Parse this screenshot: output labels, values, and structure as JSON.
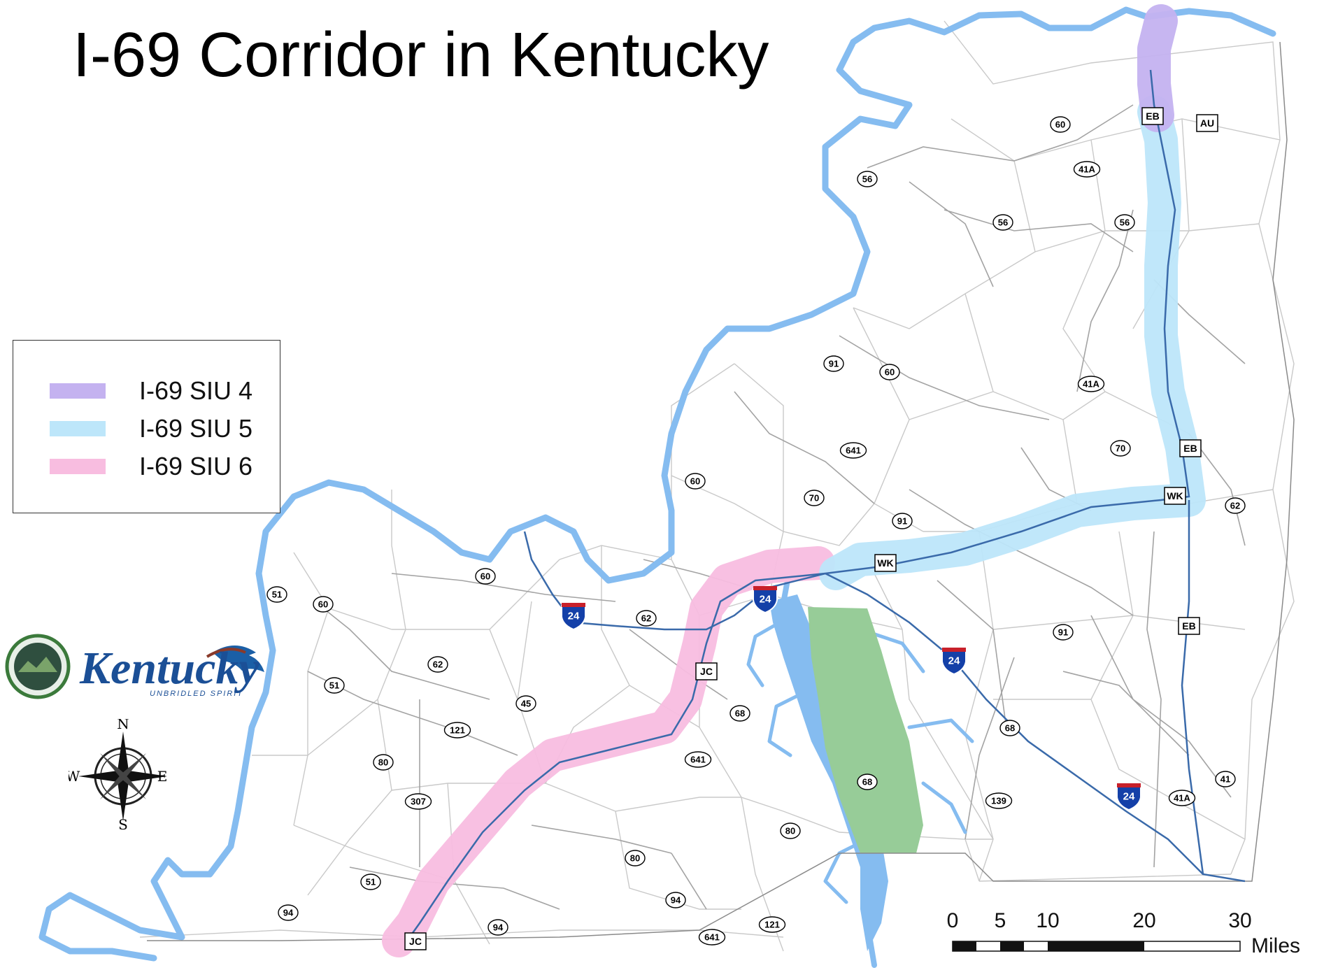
{
  "title": "I-69 Corridor in Kentucky",
  "legend": {
    "items": [
      {
        "label": "I-69 SIU 4",
        "color": "#c4b2f0"
      },
      {
        "label": "I-69 SIU 5",
        "color": "#bde6fa"
      },
      {
        "label": "I-69 SIU 6",
        "color": "#f8bde0"
      }
    ]
  },
  "logo": {
    "wordmark": "Kentucky",
    "tagline": "UNBRIDLED SPIRIT"
  },
  "compass": {
    "n": "N",
    "s": "S",
    "e": "E",
    "w": "W"
  },
  "scale": {
    "ticks": [
      "0",
      "5",
      "10",
      "20",
      "30"
    ],
    "unit": "Miles"
  },
  "colors": {
    "river": "#85bcf0",
    "lake_land": "#97cc98",
    "highway": "#3a6aaa",
    "road": "#9a9a9a"
  },
  "route_labels": [
    {
      "text": "60"
    },
    {
      "text": "41A"
    },
    {
      "text": "56"
    },
    {
      "text": "56"
    },
    {
      "text": "56"
    },
    {
      "text": "91"
    },
    {
      "text": "60"
    },
    {
      "text": "41A"
    },
    {
      "text": "641"
    },
    {
      "text": "70"
    },
    {
      "text": "60"
    },
    {
      "text": "70"
    },
    {
      "text": "91"
    },
    {
      "text": "62"
    },
    {
      "text": "60"
    },
    {
      "text": "51"
    },
    {
      "text": "60"
    },
    {
      "text": "62"
    },
    {
      "text": "91"
    },
    {
      "text": "62"
    },
    {
      "text": "51"
    },
    {
      "text": "45"
    },
    {
      "text": "68"
    },
    {
      "text": "121"
    },
    {
      "text": "641"
    },
    {
      "text": "68"
    },
    {
      "text": "80"
    },
    {
      "text": "307"
    },
    {
      "text": "68"
    },
    {
      "text": "139"
    },
    {
      "text": "41"
    },
    {
      "text": "41A"
    },
    {
      "text": "80"
    },
    {
      "text": "80"
    },
    {
      "text": "51"
    },
    {
      "text": "94"
    },
    {
      "text": "94"
    },
    {
      "text": "94"
    },
    {
      "text": "121"
    },
    {
      "text": "641"
    }
  ],
  "parkway_labels": [
    {
      "text": "EB"
    },
    {
      "text": "AU"
    },
    {
      "text": "EB"
    },
    {
      "text": "WK"
    },
    {
      "text": "WK"
    },
    {
      "text": "EB"
    },
    {
      "text": "JC"
    },
    {
      "text": "JC"
    }
  ],
  "interstate_shields": [
    {
      "text": "24"
    },
    {
      "text": "24"
    },
    {
      "text": "24"
    },
    {
      "text": "24"
    }
  ]
}
